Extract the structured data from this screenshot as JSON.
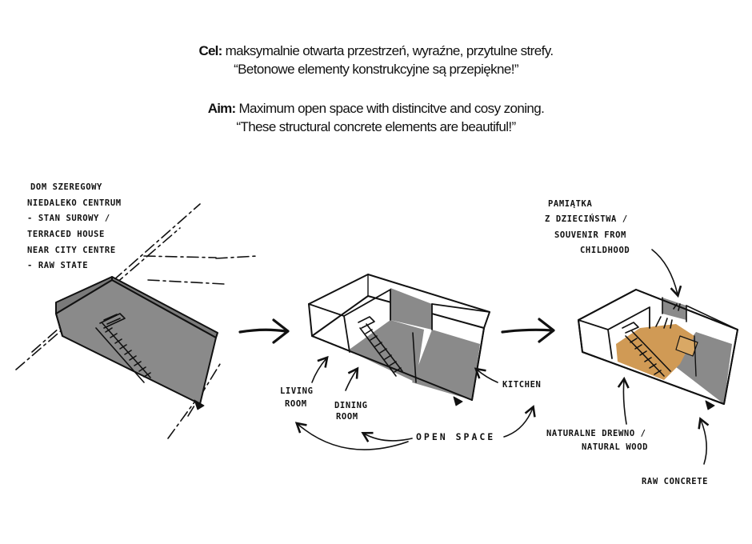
{
  "header": {
    "pl_label": "Cel:",
    "pl_line1": "maksymalnie otwarta przestrzeń, wyraźne, przytulne strefy.",
    "pl_line2": "“Betonowe elementy konstrukcyjne są przepiękne!”",
    "en_label": "Aim:",
    "en_line1": "Maximum open space with distincitve and cosy zoning.",
    "en_line2": "“These structural concrete elements are beautiful!”"
  },
  "annotations": {
    "stage1": [
      "DOM SZEREGOWY",
      "NIEDALEKO CENTRUM",
      "- STAN SUROWY /",
      "TERRACED HOUSE",
      "NEAR CITY CENTRE",
      "- RAW STATE"
    ],
    "living_room": [
      "LIVING",
      "ROOM"
    ],
    "dining_room": [
      "DINING",
      "ROOM"
    ],
    "kitchen": "KITCHEN",
    "open_space": "OPEN SPACE",
    "souvenir": [
      "PAMIĄTKA",
      "Z DZIECIŃSTWA /",
      "SOUVENIR FROM",
      "CHILDHOOD"
    ],
    "wood": [
      "NATURALNE DREWNO /",
      "NATURAL WOOD"
    ],
    "concrete": "RAW CONCRETE"
  },
  "colors": {
    "concrete": "#8c8c8c",
    "wood": "#d09a55",
    "ink": "#111111"
  }
}
